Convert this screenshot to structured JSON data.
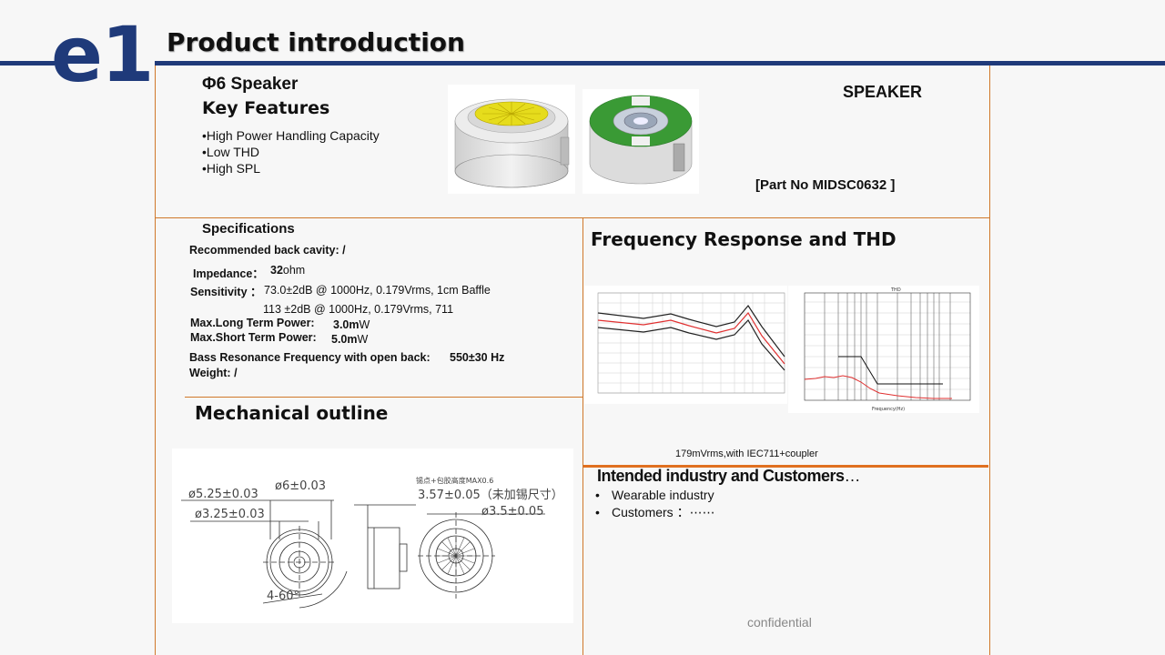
{
  "header": {
    "logo": "e1",
    "title": "Product introduction"
  },
  "product": {
    "name": "Φ6 Speaker",
    "key_features_heading": "Key Features",
    "features": [
      "•High Power Handling Capacity",
      "•Low THD",
      "•High SPL"
    ],
    "category_label": "SPEAKER",
    "part_no": "[Part No MIDSC0632 ]"
  },
  "specs": {
    "heading": "Specifications",
    "back_cavity": "Recommended back cavity: /",
    "impedance_label": "Impedance：",
    "impedance_value": "32",
    "impedance_unit": "ohm",
    "sensitivity_label": "Sensitivity ：",
    "sensitivity_1": "73.0±2dB @ 1000Hz, 0.179Vrms, 1cm Baffle",
    "sensitivity_2": "113 ±2dB @ 1000Hz, 0.179Vrms, 711",
    "long_power_label": "Max.Long Term Power:",
    "long_power_value": "3.0m",
    "long_power_unit": "W",
    "short_power_label": "Max.Short Term Power:",
    "short_power_value": "5.0m",
    "short_power_unit": "W",
    "bass_label": "Bass Resonance Frequency with open back:",
    "bass_value": "550±30 Hz",
    "weight": "Weight: /"
  },
  "mechanical": {
    "heading": "Mechanical outline",
    "dims": {
      "d525": "ø5.25±0.03",
      "d6": "ø6±0.03",
      "d325": "ø3.25±0.03",
      "angle": "4-60°",
      "note": "锡点+包胶高度MAX0.6",
      "height": "3.57±0.05（未加锡尺寸）",
      "d35": "ø3.5±0.05"
    }
  },
  "frequency": {
    "heading": "Frequency Response and THD",
    "thd_title": "THD",
    "thd_xlabel": "Frequency(Hz)",
    "coupler_note": "179mVrms,with IEC711+coupler"
  },
  "industry": {
    "heading": "Intended industry and Customers",
    "heading_suffix": "…",
    "items": [
      "Wearable industry",
      "Customers ：⋯⋯"
    ]
  },
  "footer": {
    "confidential": "confidential"
  },
  "colors": {
    "brand_blue": "#1f3a7a",
    "accent_orange": "#d0782a",
    "curve_red": "#e03030"
  }
}
